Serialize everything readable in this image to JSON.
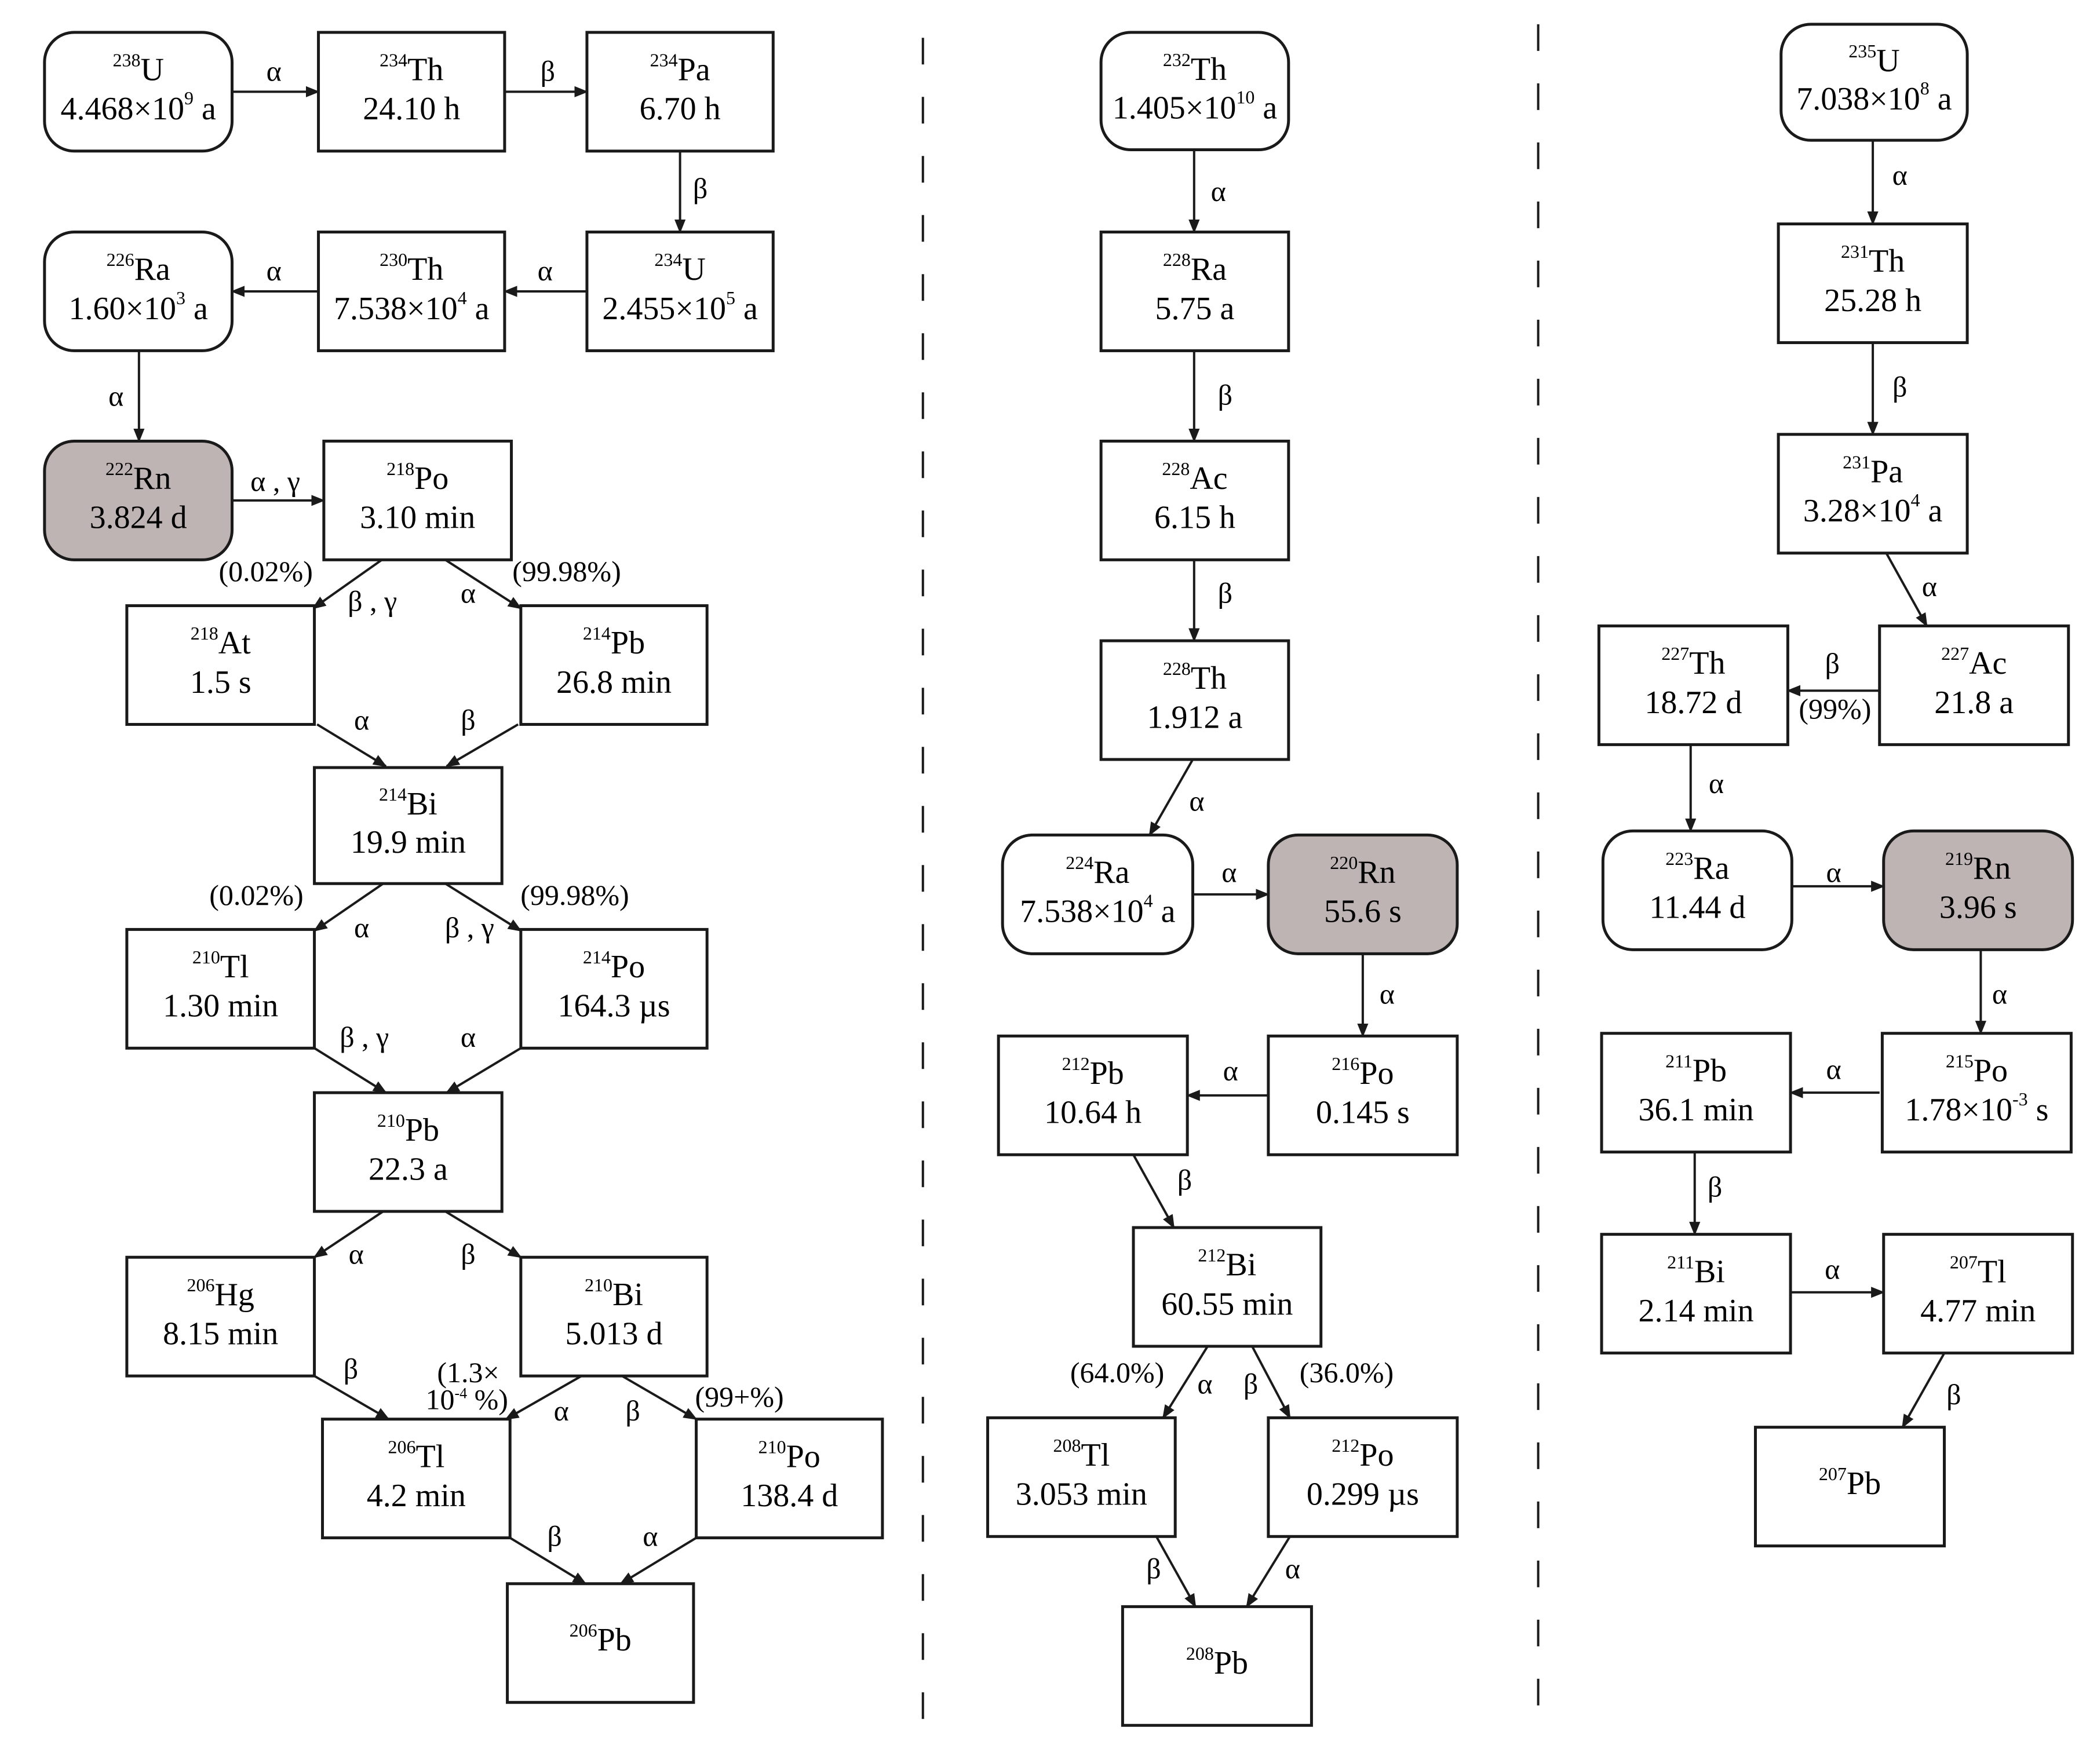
{
  "separators": 2,
  "nodes": [
    {
      "id": "U238",
      "mass": "238",
      "symbol": "U",
      "half_life": "4.468×10",
      "hl_exp": "9",
      "hl_unit": " a",
      "shape": "rounded",
      "shaded": false
    },
    {
      "id": "Th234",
      "mass": "234",
      "symbol": "Th",
      "half_life": "24.10 h",
      "shape": "rect",
      "shaded": false
    },
    {
      "id": "Pa234",
      "mass": "234",
      "symbol": "Pa",
      "half_life": "6.70 h",
      "shape": "rect",
      "shaded": false
    },
    {
      "id": "U234",
      "mass": "234",
      "symbol": "U",
      "half_life": "2.455×10",
      "hl_exp": "5",
      "hl_unit": " a",
      "shape": "rect",
      "shaded": false
    },
    {
      "id": "Th230",
      "mass": "230",
      "symbol": "Th",
      "half_life": "7.538×10",
      "hl_exp": "4",
      "hl_unit": " a",
      "shape": "rect",
      "shaded": false
    },
    {
      "id": "Ra226",
      "mass": "226",
      "symbol": "Ra",
      "half_life": "1.60×10",
      "hl_exp": "3",
      "hl_unit": " a",
      "shape": "rounded",
      "shaded": false
    },
    {
      "id": "Rn222",
      "mass": "222",
      "symbol": "Rn",
      "half_life": "3.824 d",
      "shape": "rounded",
      "shaded": true
    },
    {
      "id": "Po218",
      "mass": "218",
      "symbol": "Po",
      "half_life": "3.10 min",
      "shape": "rect",
      "shaded": false
    },
    {
      "id": "At218",
      "mass": "218",
      "symbol": "At",
      "half_life": "1.5 s",
      "shape": "rect",
      "shaded": false
    },
    {
      "id": "Pb214",
      "mass": "214",
      "symbol": "Pb",
      "half_life": "26.8 min",
      "shape": "rect",
      "shaded": false
    },
    {
      "id": "Bi214",
      "mass": "214",
      "symbol": "Bi",
      "half_life": "19.9 min",
      "shape": "rect",
      "shaded": false
    },
    {
      "id": "Tl210",
      "mass": "210",
      "symbol": "Tl",
      "half_life": "1.30 min",
      "shape": "rect",
      "shaded": false
    },
    {
      "id": "Po214",
      "mass": "214",
      "symbol": "Po",
      "half_life": "164.3 µs",
      "shape": "rect",
      "shaded": false
    },
    {
      "id": "Pb210",
      "mass": "210",
      "symbol": "Pb",
      "half_life": "22.3 a",
      "shape": "rect",
      "shaded": false
    },
    {
      "id": "Hg206",
      "mass": "206",
      "symbol": "Hg",
      "half_life": "8.15 min",
      "shape": "rect",
      "shaded": false
    },
    {
      "id": "Bi210",
      "mass": "210",
      "symbol": "Bi",
      "half_life": "5.013 d",
      "shape": "rect",
      "shaded": false
    },
    {
      "id": "Tl206",
      "mass": "206",
      "symbol": "Tl",
      "half_life": "4.2 min",
      "shape": "rect",
      "shaded": false
    },
    {
      "id": "Po210",
      "mass": "210",
      "symbol": "Po",
      "half_life": "138.4 d",
      "shape": "rect",
      "shaded": false
    },
    {
      "id": "Pb206",
      "mass": "206",
      "symbol": "Pb",
      "half_life": "",
      "shape": "rect",
      "shaded": false
    },
    {
      "id": "Th232",
      "mass": "232",
      "symbol": "Th",
      "half_life": "1.405×10",
      "hl_exp": "10",
      "hl_unit": " a",
      "shape": "rounded",
      "shaded": false
    },
    {
      "id": "Ra228",
      "mass": "228",
      "symbol": "Ra",
      "half_life": "5.75 a",
      "shape": "rect",
      "shaded": false
    },
    {
      "id": "Ac228",
      "mass": "228",
      "symbol": "Ac",
      "half_life": "6.15 h",
      "shape": "rect",
      "shaded": false
    },
    {
      "id": "Th228",
      "mass": "228",
      "symbol": "Th",
      "half_life": "1.912 a",
      "shape": "rect",
      "shaded": false
    },
    {
      "id": "Ra224",
      "mass": "224",
      "symbol": "Ra",
      "half_life": "7.538×10",
      "hl_exp": "4",
      "hl_unit": " a",
      "shape": "rounded",
      "shaded": false
    },
    {
      "id": "Rn220",
      "mass": "220",
      "symbol": "Rn",
      "half_life": "55.6 s",
      "shape": "rounded",
      "shaded": true
    },
    {
      "id": "Po216",
      "mass": "216",
      "symbol": "Po",
      "half_life": "0.145 s",
      "shape": "rect",
      "shaded": false
    },
    {
      "id": "Pb212",
      "mass": "212",
      "symbol": "Pb",
      "half_life": "10.64 h",
      "shape": "rect",
      "shaded": false
    },
    {
      "id": "Bi212",
      "mass": "212",
      "symbol": "Bi",
      "half_life": "60.55 min",
      "shape": "rect",
      "shaded": false
    },
    {
      "id": "Tl208",
      "mass": "208",
      "symbol": "Tl",
      "half_life": "3.053 min",
      "shape": "rect",
      "shaded": false
    },
    {
      "id": "Po212",
      "mass": "212",
      "symbol": "Po",
      "half_life": "0.299 µs",
      "shape": "rect",
      "shaded": false
    },
    {
      "id": "Pb208",
      "mass": "208",
      "symbol": "Pb",
      "half_life": "",
      "shape": "rect",
      "shaded": false
    },
    {
      "id": "U235",
      "mass": "235",
      "symbol": "U",
      "half_life": "7.038×10",
      "hl_exp": "8",
      "hl_unit": " a",
      "shape": "rounded",
      "shaded": false
    },
    {
      "id": "Th231",
      "mass": "231",
      "symbol": "Th",
      "half_life": "25.28 h",
      "shape": "rect",
      "shaded": false
    },
    {
      "id": "Pa231",
      "mass": "231",
      "symbol": "Pa",
      "half_life": "3.28×10",
      "hl_exp": "4",
      "hl_unit": " a",
      "shape": "rect",
      "shaded": false
    },
    {
      "id": "Ac227",
      "mass": "227",
      "symbol": "Ac",
      "half_life": "21.8 a",
      "shape": "rect",
      "shaded": false
    },
    {
      "id": "Th227",
      "mass": "227",
      "symbol": "Th",
      "half_life": "18.72 d",
      "shape": "rect",
      "shaded": false
    },
    {
      "id": "Ra223",
      "mass": "223",
      "symbol": "Ra",
      "half_life": "11.44 d",
      "shape": "rounded",
      "shaded": false
    },
    {
      "id": "Rn219",
      "mass": "219",
      "symbol": "Rn",
      "half_life": "3.96 s",
      "shape": "rounded",
      "shaded": true
    },
    {
      "id": "Po215",
      "mass": "215",
      "symbol": "Po",
      "half_life": "1.78×10",
      "hl_exp": "-3",
      "hl_unit": " s",
      "shape": "rect",
      "shaded": false
    },
    {
      "id": "Pb211",
      "mass": "211",
      "symbol": "Pb",
      "half_life": "36.1 min",
      "shape": "rect",
      "shaded": false
    },
    {
      "id": "Bi211",
      "mass": "211",
      "symbol": "Bi",
      "half_life": "2.14 min",
      "shape": "rect",
      "shaded": false
    },
    {
      "id": "Tl207",
      "mass": "207",
      "symbol": "Tl",
      "half_life": "4.77 min",
      "shape": "rect",
      "shaded": false
    },
    {
      "id": "Pb207",
      "mass": "207",
      "symbol": "Pb",
      "half_life": "",
      "shape": "rect",
      "shaded": false
    }
  ],
  "edges": [
    {
      "from": "U238",
      "to": "Th234",
      "label": "α"
    },
    {
      "from": "Th234",
      "to": "Pa234",
      "label": "β"
    },
    {
      "from": "Pa234",
      "to": "U234",
      "label": "β"
    },
    {
      "from": "U234",
      "to": "Th230",
      "label": "α"
    },
    {
      "from": "Th230",
      "to": "Ra226",
      "label": "α"
    },
    {
      "from": "Ra226",
      "to": "Rn222",
      "label": "α"
    },
    {
      "from": "Rn222",
      "to": "Po218",
      "label": "α , γ"
    },
    {
      "from": "Po218",
      "to": "At218",
      "label": "β , γ"
    },
    {
      "from": "Po218",
      "to": "Pb214",
      "label": "α"
    },
    {
      "from": "At218",
      "to": "Bi214",
      "label": "α"
    },
    {
      "from": "Pb214",
      "to": "Bi214",
      "label": "β"
    },
    {
      "from": "Bi214",
      "to": "Tl210",
      "label": "α"
    },
    {
      "from": "Bi214",
      "to": "Po214",
      "label": "β , γ"
    },
    {
      "from": "Tl210",
      "to": "Pb210",
      "label": "β , γ"
    },
    {
      "from": "Po214",
      "to": "Pb210",
      "label": "α"
    },
    {
      "from": "Pb210",
      "to": "Hg206",
      "label": "α"
    },
    {
      "from": "Pb210",
      "to": "Bi210",
      "label": "β"
    },
    {
      "from": "Hg206",
      "to": "Tl206",
      "label": "β"
    },
    {
      "from": "Bi210",
      "to": "Tl206",
      "label": "α"
    },
    {
      "from": "Bi210",
      "to": "Po210",
      "label": "β"
    },
    {
      "from": "Tl206",
      "to": "Pb206",
      "label": "β"
    },
    {
      "from": "Po210",
      "to": "Pb206",
      "label": "α"
    },
    {
      "from": "Th232",
      "to": "Ra228",
      "label": "α"
    },
    {
      "from": "Ra228",
      "to": "Ac228",
      "label": "β"
    },
    {
      "from": "Ac228",
      "to": "Th228",
      "label": "β"
    },
    {
      "from": "Th228",
      "to": "Ra224",
      "label": "α"
    },
    {
      "from": "Ra224",
      "to": "Rn220",
      "label": "α"
    },
    {
      "from": "Rn220",
      "to": "Po216",
      "label": "α"
    },
    {
      "from": "Po216",
      "to": "Pb212",
      "label": "α"
    },
    {
      "from": "Pb212",
      "to": "Bi212",
      "label": "β"
    },
    {
      "from": "Bi212",
      "to": "Tl208",
      "label": "α"
    },
    {
      "from": "Bi212",
      "to": "Po212",
      "label": "β"
    },
    {
      "from": "Tl208",
      "to": "Pb208",
      "label": "β"
    },
    {
      "from": "Po212",
      "to": "Pb208",
      "label": "α"
    },
    {
      "from": "U235",
      "to": "Th231",
      "label": "α"
    },
    {
      "from": "Th231",
      "to": "Pa231",
      "label": "β"
    },
    {
      "from": "Pa231",
      "to": "Ac227",
      "label": "α"
    },
    {
      "from": "Ac227",
      "to": "Th227",
      "label": "β"
    },
    {
      "from": "Th227",
      "to": "Ra223",
      "label": "α"
    },
    {
      "from": "Ra223",
      "to": "Rn219",
      "label": "α"
    },
    {
      "from": "Rn219",
      "to": "Po215",
      "label": "α"
    },
    {
      "from": "Po215",
      "to": "Pb211",
      "label": "α"
    },
    {
      "from": "Pb211",
      "to": "Bi211",
      "label": "β"
    },
    {
      "from": "Bi211",
      "to": "Tl207",
      "label": "α"
    },
    {
      "from": "Tl207",
      "to": "Pb207",
      "label": "β"
    }
  ],
  "branch_labels": [
    {
      "id": "po218-beta",
      "text": "(0.02%)"
    },
    {
      "id": "po218-alpha",
      "text": "(99.98%)"
    },
    {
      "id": "bi214-alpha",
      "text": "(0.02%)"
    },
    {
      "id": "bi214-beta",
      "text": "(99.98%)"
    },
    {
      "id": "bi210-alpha-1",
      "text": "(1.3×"
    },
    {
      "id": "bi210-alpha-2",
      "text": "10",
      "exp": "-4",
      "tail": " %)"
    },
    {
      "id": "bi210-beta",
      "text": "(99+%)"
    },
    {
      "id": "bi212-alpha",
      "text": "(64.0%)"
    },
    {
      "id": "bi212-beta",
      "text": "(36.0%)"
    },
    {
      "id": "ac227-beta",
      "text": "(99%)"
    }
  ]
}
